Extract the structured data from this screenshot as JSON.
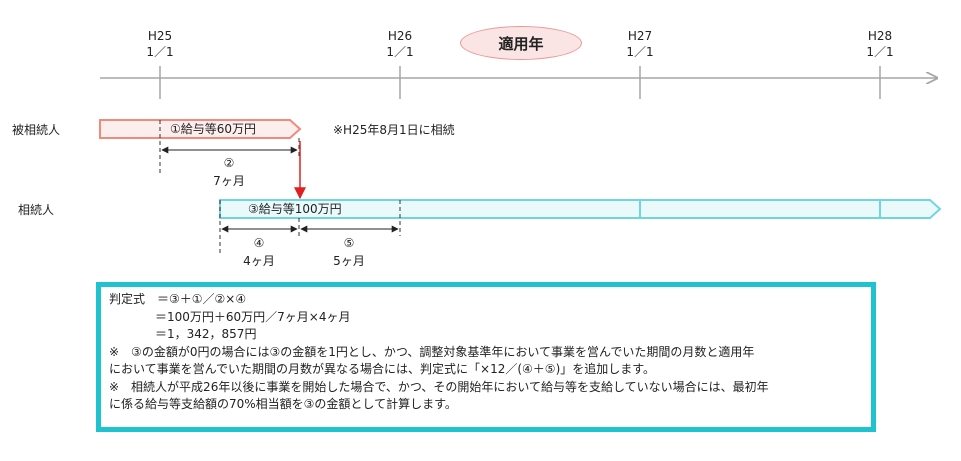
{
  "timeline": {
    "ticks": [
      {
        "era": "H25",
        "date": "1／1"
      },
      {
        "era": "H26",
        "date": "1／1"
      },
      {
        "era": "H27",
        "date": "1／1"
      },
      {
        "era": "H28",
        "date": "1／1"
      }
    ],
    "badge": "適用年"
  },
  "decedent": {
    "label": "被相続人",
    "bar_text": "①給与等60万円",
    "note": "※H25年8月1日に相続",
    "span_num": "②",
    "span_text": "7ヶ月"
  },
  "heir": {
    "label": "相続人",
    "bar_text": "③給与等100万円",
    "span4_num": "④",
    "span4_text": "4ヶ月",
    "span5_num": "⑤",
    "span5_text": "5ヶ月"
  },
  "formula": {
    "line1": "判定式　＝③＋①／②×④",
    "line2": "＝100万円＋60万円／7ヶ月×4ヶ月",
    "line3": "＝1，342，857円",
    "line4": "※　③の金額が0円の場合には③の金額を1円とし、かつ、調整対象基準年において事業を営んでいた期間の月数と適用年",
    "line5": "において事業を営んでいた期間の月数が異なる場合には、判定式に「×12／(④＋⑤)」を追加します。",
    "line6": "※　相続人が平成26年以後に事業を開始した場合で、かつ、その開始年において給与等を支給していない場合には、最初年",
    "line7": "に係る給与等支給額の70%相当額を③の金額として計算します。"
  },
  "colors": {
    "axis": "#a6a6a6",
    "decedent_fill": "#fdeeee",
    "decedent_stroke": "#f08a7c",
    "heir_fill": "#eafafb",
    "heir_stroke": "#6fd6df",
    "arrow": "#e02020",
    "box_border": "#1ec3cf"
  }
}
